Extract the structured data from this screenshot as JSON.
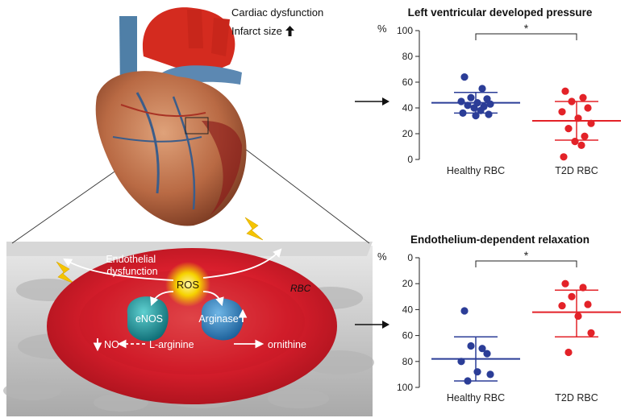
{
  "notes": {
    "cardiac": "Cardiac dysfunction",
    "infarct": "Infarct size"
  },
  "cell_diagram": {
    "endothelial": [
      "Endothelial",
      "dysfunction"
    ],
    "ros": "ROS",
    "rbc": "RBC",
    "enos": "eNOS",
    "arginase": "Arginase",
    "no": "NO",
    "l_arginine": "L-arginine",
    "ornithine": "ornithine"
  },
  "colors": {
    "healthy": "#2b3d97",
    "t2d": "#e32228",
    "rbc_red": "#d81e2c",
    "heart_red": "#d42b1f",
    "vessel_blue": "#4f7fa7"
  },
  "chart_data": [
    {
      "type": "scatter",
      "title": "Left ventricular developed pressure",
      "ylabel": "%",
      "ylim": [
        0,
        100
      ],
      "yticks": [
        "0",
        "20",
        "40",
        "60",
        "80",
        "100"
      ],
      "y_inverted": false,
      "categories": [
        "Healthy RBC",
        "T2D RBC"
      ],
      "series": [
        {
          "category": "Healthy RBC",
          "mean": 44,
          "sd_low": 36,
          "sd_high": 52,
          "values": [
            64,
            55,
            48,
            47,
            45,
            44,
            43,
            42,
            41,
            40,
            38,
            36,
            35,
            34
          ]
        },
        {
          "category": "T2D RBC",
          "mean": 30,
          "sd_low": 15,
          "sd_high": 45,
          "values": [
            53,
            48,
            45,
            40,
            37,
            32,
            28,
            24,
            18,
            14,
            11,
            2
          ]
        }
      ],
      "significance": "*"
    },
    {
      "type": "scatter",
      "title": "Endothelium-dependent relaxation",
      "ylabel": "%",
      "ylim": [
        0,
        100
      ],
      "yticks": [
        "0",
        "20",
        "40",
        "60",
        "80",
        "100"
      ],
      "y_inverted": true,
      "categories": [
        "Healthy RBC",
        "T2D RBC"
      ],
      "series": [
        {
          "category": "Healthy RBC",
          "mean": 78,
          "sd_low": 61,
          "sd_high": 95,
          "values": [
            41,
            70,
            68,
            74,
            80,
            88,
            90,
            95
          ]
        },
        {
          "category": "T2D RBC",
          "mean": 42,
          "sd_low": 25,
          "sd_high": 61,
          "values": [
            20,
            23,
            30,
            36,
            37,
            45,
            58,
            73
          ]
        }
      ],
      "significance": "*"
    }
  ]
}
